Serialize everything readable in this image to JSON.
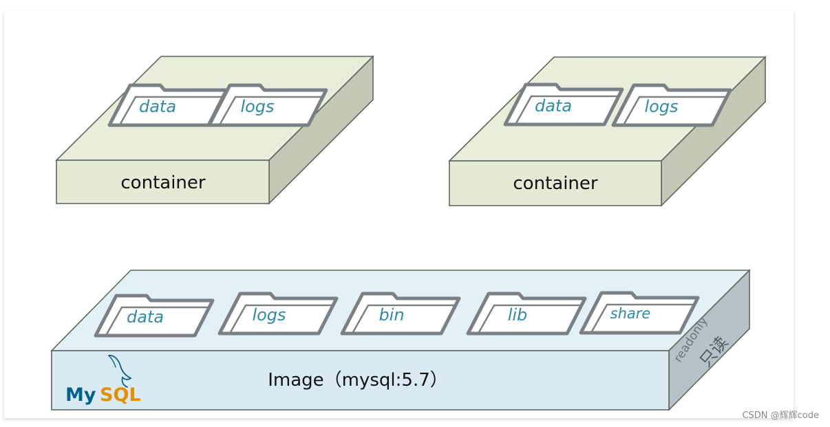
{
  "colors": {
    "container_top": "#e9eedb",
    "container_front": "#e4ead4",
    "container_side": "#c4c7b4",
    "image_top": "#e3f0f6",
    "image_front": "#d9eaf3",
    "image_side": "#b5c2c6",
    "folder_label": "#2f8aa6",
    "mysql_blue": "#00618a",
    "mysql_orange": "#e48e00"
  },
  "containers": [
    {
      "label": "container",
      "folders": [
        "data",
        "logs"
      ]
    },
    {
      "label": "container",
      "folders": [
        "data",
        "logs"
      ]
    }
  ],
  "image_layer": {
    "label": "Image（mysql:5.7）",
    "folders": [
      "data",
      "logs",
      "bin",
      "lib",
      "share"
    ],
    "side_label": "readonly",
    "side_label_cn": "只读"
  },
  "logo": {
    "part1": "My",
    "part2": "SQL",
    "icon": "dolphin-icon"
  },
  "watermark": "CSDN @辉辉code"
}
